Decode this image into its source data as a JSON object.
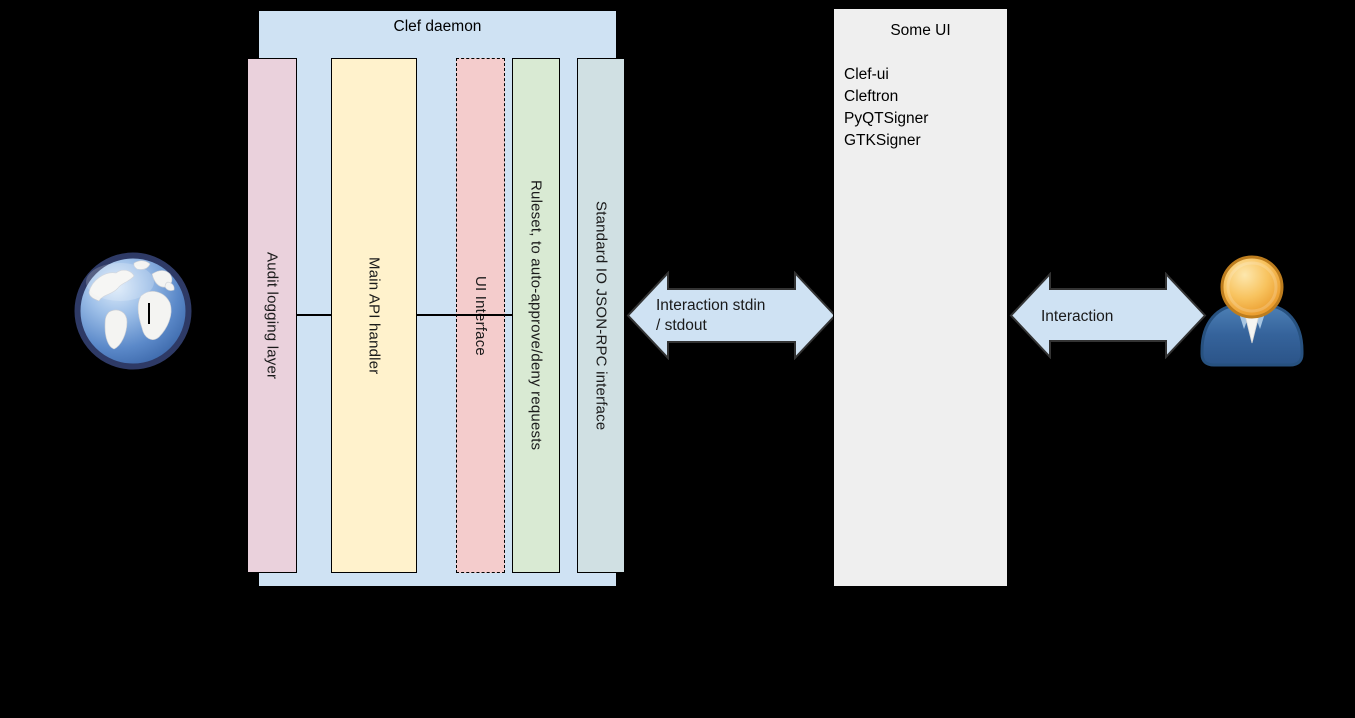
{
  "diagram": {
    "background_color": "#000000",
    "clef_daemon": {
      "title": "Clef daemon",
      "fill": "#cfe2f3",
      "layers": [
        {
          "label": "Audit logging layer",
          "fill": "#ead1dc",
          "border_style": "solid"
        },
        {
          "label": "Main API handler",
          "fill": "#fff2cc",
          "border_style": "solid"
        },
        {
          "label": "UI Interface",
          "fill": "#f4cccc",
          "border_style": "dashed"
        },
        {
          "label": "Ruleset, to auto-approve/deny requests",
          "fill": "#d9ead3",
          "border_style": "solid"
        },
        {
          "label": "Standard IO JSON-RPC interface",
          "fill": "#d0e0e3",
          "border_style": "solid"
        }
      ]
    },
    "some_ui": {
      "title": "Some UI",
      "fill": "#efefef",
      "items": [
        "Clef-ui",
        "Cleftron",
        "PyQTSigner",
        "GTKSigner"
      ]
    },
    "arrow_left": {
      "label": "Interaction stdin\n/ stdout",
      "fill": "#cfe2f3",
      "stroke": "#333333"
    },
    "arrow_right": {
      "label": "Interaction",
      "fill": "#cfe2f3",
      "stroke": "#333333"
    },
    "icons": {
      "left": "globe-internet",
      "right": "user-person"
    }
  }
}
